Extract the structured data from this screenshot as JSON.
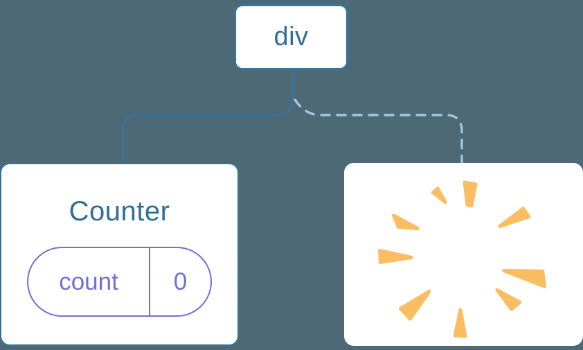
{
  "diagram": {
    "description": "Component tree: div parent keeps Counter child (state preserved), second child removed (poof)",
    "root_node": {
      "label": "div"
    },
    "counter_node": {
      "title": "Counter",
      "state_key": "count",
      "state_value": "0"
    },
    "removed_node": {
      "icon": "poof-starburst"
    },
    "edges": {
      "left": "solid",
      "right": "dashed"
    }
  },
  "colors": {
    "canvas_bg": "#4C6975",
    "node_border_blue": "#35749E",
    "node_text_blue": "#2F6F96",
    "solid_edge": "#35749E",
    "dashed_edge": "#A3C7DD",
    "state_purple": "#7170DA",
    "poof_orange": "#FABD62",
    "card_white": "#FFFFFF"
  }
}
